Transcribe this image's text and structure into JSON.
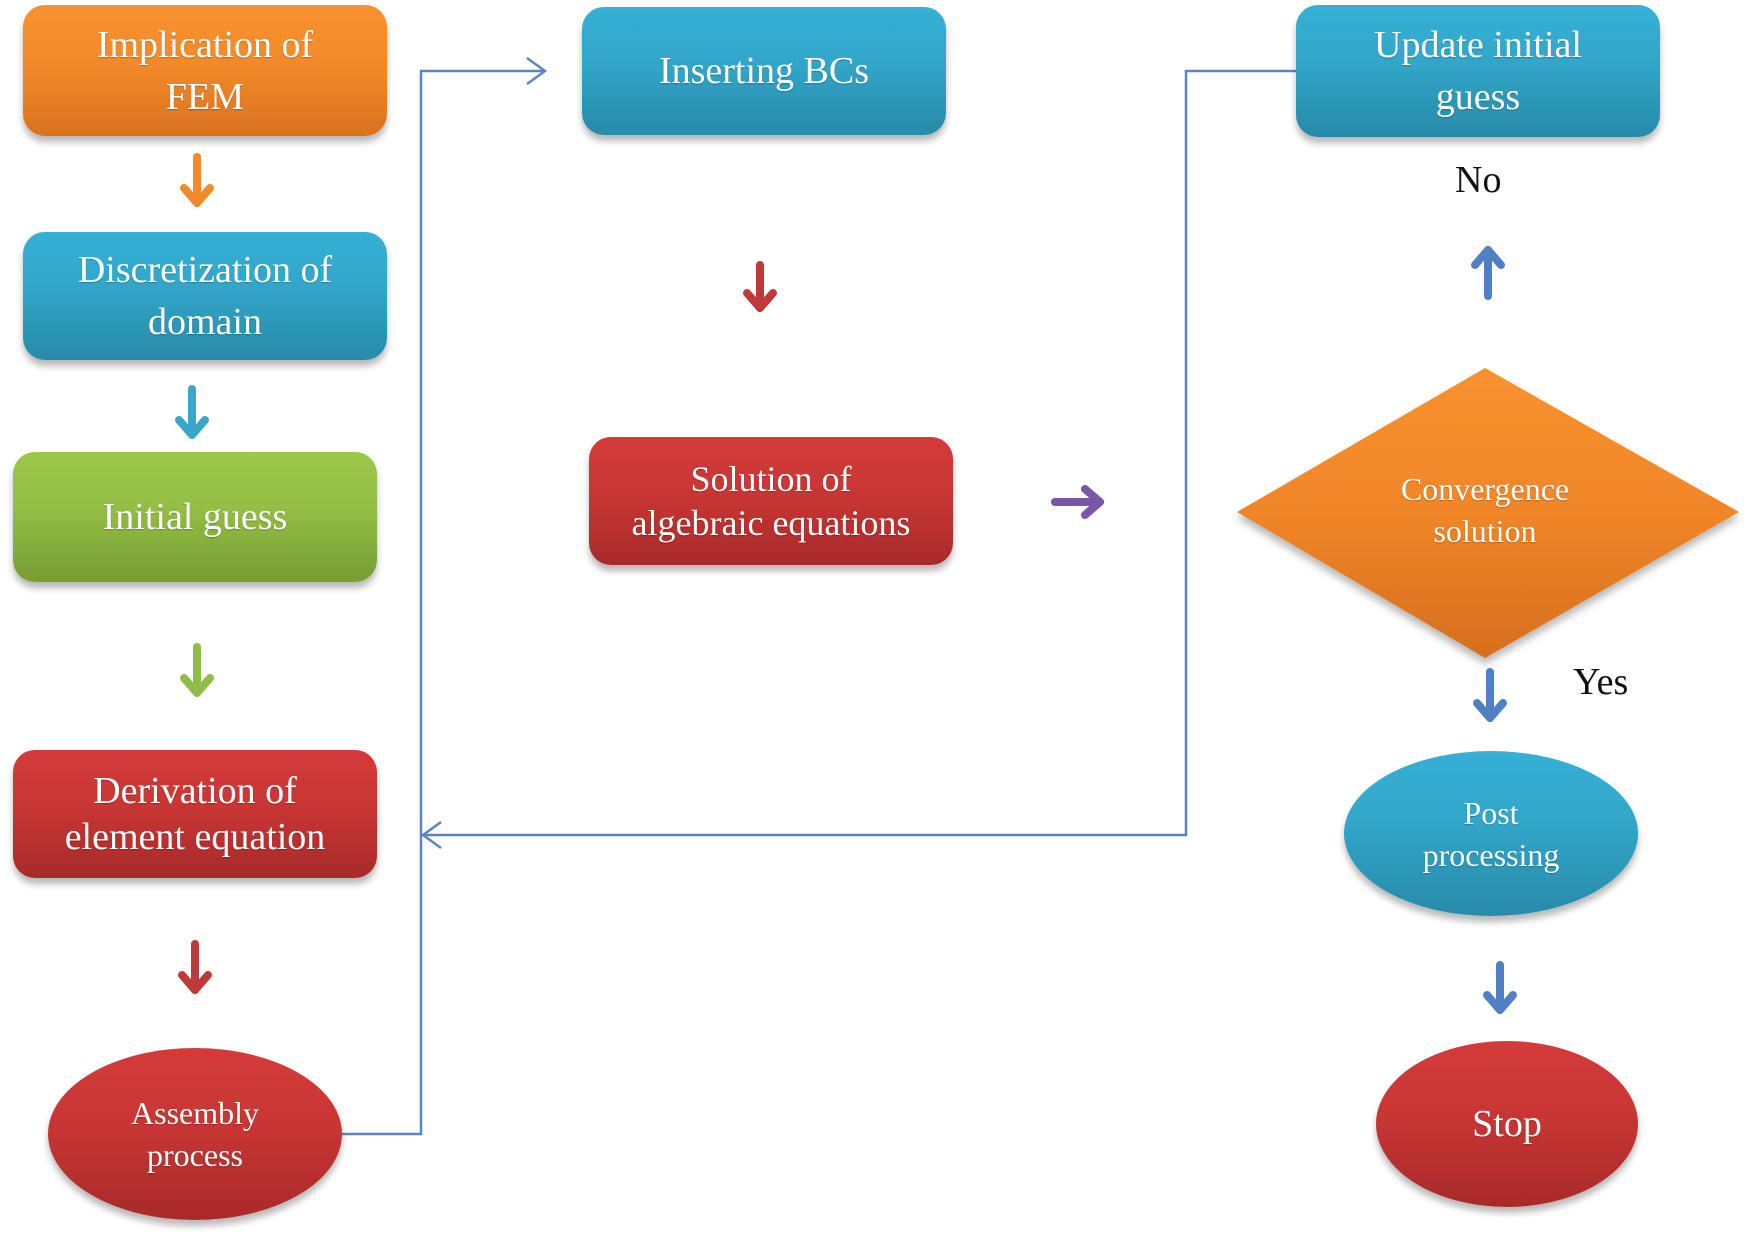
{
  "diagram": {
    "nodes": {
      "implication": {
        "label": "Implication  of\nFEM",
        "color": "#f38a2a"
      },
      "discretization": {
        "label": "Discretization  of\ndomain",
        "color": "#31a6c9"
      },
      "initial_guess": {
        "label": "Initial  guess",
        "color": "#93bd44"
      },
      "derivation": {
        "label": "Derivation of\nelement equation",
        "color": "#c83634"
      },
      "assembly": {
        "label": "Assembly\nprocess",
        "color": "#c83634"
      },
      "inserting_bcs": {
        "label": "Inserting  BCs",
        "color": "#31a6c9"
      },
      "solution": {
        "label": "Solution of\nalgebraic equations",
        "color": "#c83634"
      },
      "update_guess": {
        "label": "Update initial\nguess",
        "color": "#31a6c9"
      },
      "convergence": {
        "label": "Convergence\nsolution",
        "color": "#f38a2a"
      },
      "post_processing": {
        "label": "Post\nprocessing",
        "color": "#31a6c9"
      },
      "stop": {
        "label": "Stop",
        "color": "#c83634"
      }
    },
    "edge_labels": {
      "no": "No",
      "yes": "Yes"
    },
    "arrow_colors": {
      "orange": "#f38a2a",
      "teal": "#3aa7c8",
      "green": "#8fbd4a",
      "red": "#c0393a",
      "purple": "#7a55a8",
      "blue": "#4f7fc4",
      "connector": "#5b84c6"
    }
  }
}
